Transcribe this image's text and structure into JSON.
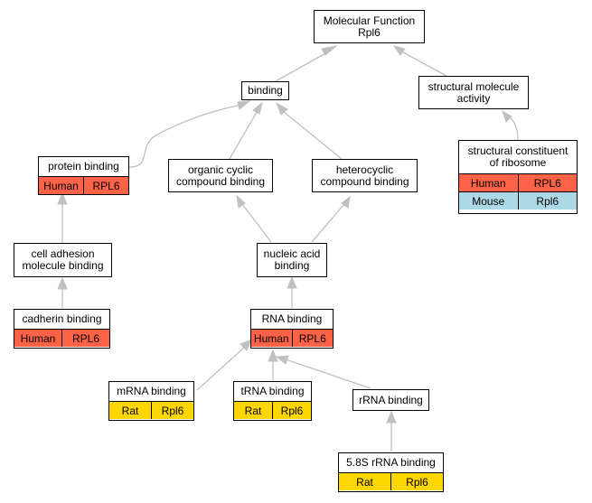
{
  "nodes": {
    "root": {
      "label": "Molecular Function\nRpl6"
    },
    "binding": {
      "label": "binding"
    },
    "structural_activity": {
      "label": "structural molecule\nactivity"
    },
    "protein_binding": {
      "label": "protein binding",
      "species": "Human",
      "gene": "RPL6"
    },
    "organic_cyclic": {
      "label": "organic cyclic\ncompound binding"
    },
    "heterocyclic": {
      "label": "heterocyclic\ncompound binding"
    },
    "structural_ribosome": {
      "label": "structural constituent\nof ribosome",
      "rows": [
        {
          "species": "Human",
          "gene": "RPL6"
        },
        {
          "species": "Mouse",
          "gene": "Rpl6"
        }
      ]
    },
    "cell_adhesion": {
      "label": "cell adhesion\nmolecule binding"
    },
    "nucleic_acid": {
      "label": "nucleic acid\nbinding"
    },
    "cadherin": {
      "label": "cadherin binding",
      "species": "Human",
      "gene": "RPL6"
    },
    "rna_binding": {
      "label": "RNA binding",
      "species": "Human",
      "gene": "RPL6"
    },
    "mrna": {
      "label": "mRNA binding",
      "species": "Rat",
      "gene": "Rpl6"
    },
    "trna": {
      "label": "tRNA binding",
      "species": "Rat",
      "gene": "Rpl6"
    },
    "rrna": {
      "label": "rRNA binding"
    },
    "rrna58": {
      "label": "5.8S rRNA binding",
      "species": "Rat",
      "gene": "Rpl6"
    }
  },
  "edges": [
    {
      "from": "binding",
      "to": "root"
    },
    {
      "from": "structural_activity",
      "to": "root"
    },
    {
      "from": "protein_binding",
      "to": "binding"
    },
    {
      "from": "organic_cyclic",
      "to": "binding"
    },
    {
      "from": "heterocyclic",
      "to": "binding"
    },
    {
      "from": "structural_ribosome",
      "to": "structural_activity"
    },
    {
      "from": "cell_adhesion",
      "to": "protein_binding"
    },
    {
      "from": "nucleic_acid",
      "to": "organic_cyclic"
    },
    {
      "from": "nucleic_acid",
      "to": "heterocyclic"
    },
    {
      "from": "cadherin",
      "to": "cell_adhesion"
    },
    {
      "from": "rna_binding",
      "to": "nucleic_acid"
    },
    {
      "from": "mrna",
      "to": "rna_binding"
    },
    {
      "from": "trna",
      "to": "rna_binding"
    },
    {
      "from": "rrna",
      "to": "rna_binding"
    },
    {
      "from": "rrna58",
      "to": "rrna"
    }
  ],
  "colors": {
    "Human": "#ff6347",
    "Mouse": "#add8e6",
    "Rat": "#ffd700",
    "edge": "#c0c0c0"
  }
}
